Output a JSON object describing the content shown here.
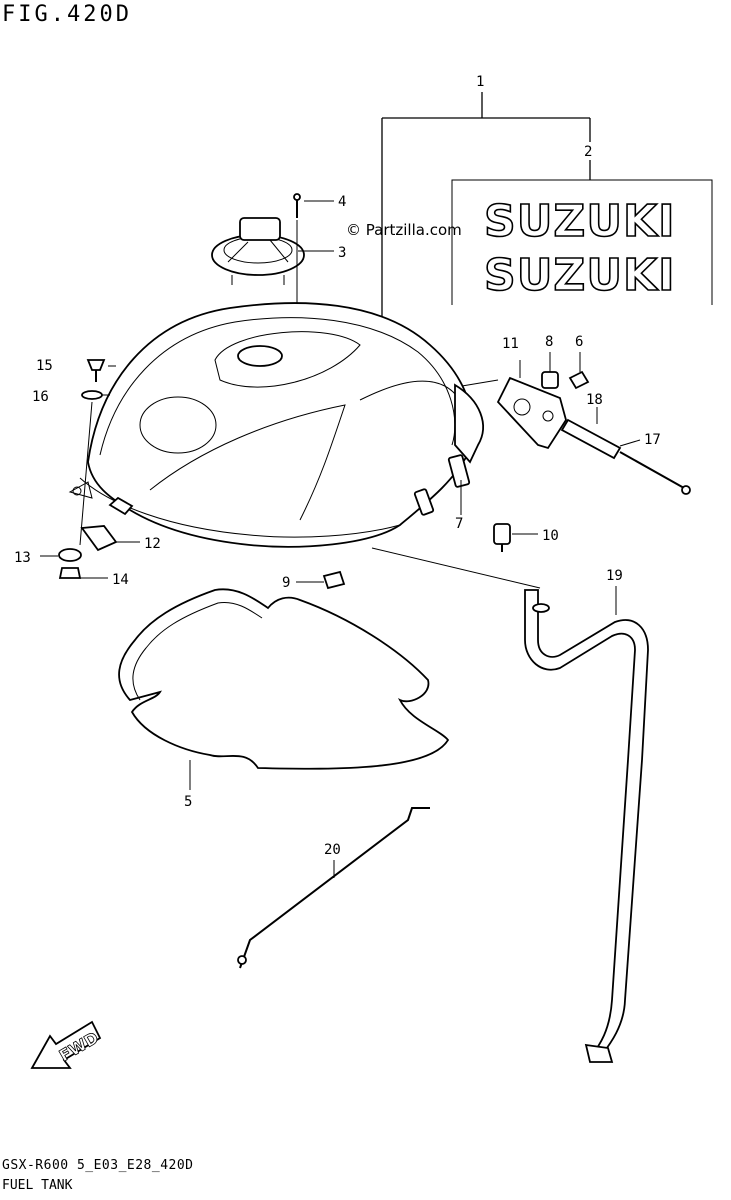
{
  "figure": {
    "title": "FIG.420D",
    "watermark": "© Partzilla.com",
    "model_code": "GSX-R600 5_E03_E28_420D",
    "caption": "FUEL TANK"
  },
  "emblem": {
    "brand_text_top": "SUZUKI",
    "brand_text_bottom": "SUZUKI"
  },
  "direction_marker": {
    "label": "FWD"
  },
  "callouts": [
    {
      "id": "1",
      "label": "1"
    },
    {
      "id": "2",
      "label": "2"
    },
    {
      "id": "3",
      "label": "3"
    },
    {
      "id": "4",
      "label": "4"
    },
    {
      "id": "5",
      "label": "5"
    },
    {
      "id": "6",
      "label": "6"
    },
    {
      "id": "7",
      "label": "7"
    },
    {
      "id": "8",
      "label": "8"
    },
    {
      "id": "9",
      "label": "9"
    },
    {
      "id": "10",
      "label": "10"
    },
    {
      "id": "11",
      "label": "11"
    },
    {
      "id": "12",
      "label": "12"
    },
    {
      "id": "13",
      "label": "13"
    },
    {
      "id": "14",
      "label": "14"
    },
    {
      "id": "15",
      "label": "15"
    },
    {
      "id": "16",
      "label": "16"
    },
    {
      "id": "17",
      "label": "17"
    },
    {
      "id": "18",
      "label": "18"
    },
    {
      "id": "19",
      "label": "19"
    },
    {
      "id": "20",
      "label": "20"
    }
  ]
}
